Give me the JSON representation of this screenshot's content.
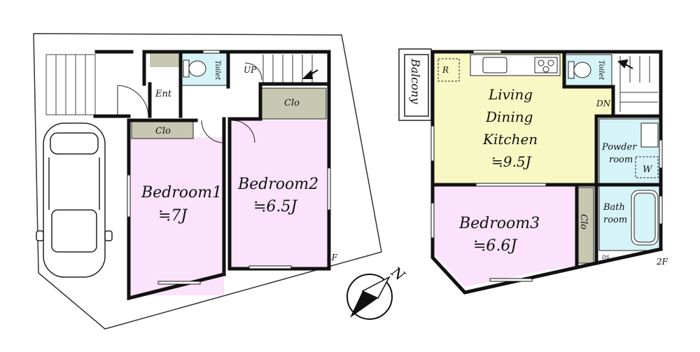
{
  "floor1": {
    "floor_label": "1F",
    "entrance": "Ent",
    "toilet": "Toilet",
    "stairs_up": "UP",
    "closet_1": "Clo",
    "closet_2": "Clo",
    "bedroom1": {
      "name": "Bedroom1",
      "size": "≒7J"
    },
    "bedroom2": {
      "name": "Bedroom2",
      "size": "≒6.5J"
    }
  },
  "floor2": {
    "floor_label": "2F",
    "balcony": "Balcony",
    "fridge_mark": "R",
    "ldk_line1": "Living",
    "ldk_line2": "Dining",
    "ldk_line3": "Kitchen",
    "ldk_size": "≒9.5J",
    "toilet": "Toilet",
    "stairs_down": "DN",
    "powder_line1": "Powder",
    "powder_line2": "room",
    "washer_mark": "W",
    "bath_line1": "Bath",
    "bath_line2": "room",
    "closet": "Clo",
    "ds_mark": "DS",
    "bedroom3": {
      "name": "Bedroom3",
      "size": "≒6.6J"
    }
  },
  "compass": {
    "north": "N"
  },
  "colors": {
    "bedroom": "#fbe3fb",
    "ldk": "#f8f8c4",
    "wet_area": "#d6f3f7",
    "closet": "#c8c8b2",
    "wall": "#111111",
    "hall": "#ffffff"
  }
}
